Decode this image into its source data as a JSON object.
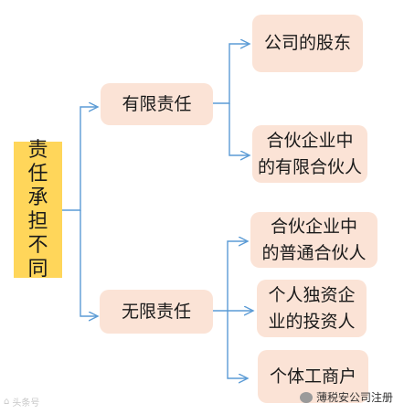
{
  "root": {
    "label": "责任承担不同"
  },
  "branches": [
    {
      "label": "有限责任",
      "children": [
        {
          "label": "公司的股东"
        },
        {
          "label": "合伙企业中\n的有限合伙人"
        }
      ]
    },
    {
      "label": "无限责任",
      "children": [
        {
          "label": "合伙企业中\n的普通合伙人"
        },
        {
          "label": "个人独资企\n业的投资人"
        },
        {
          "label": "个体工商户"
        }
      ]
    }
  ],
  "colors": {
    "box_fill": "#fbe3d6",
    "root_fill": "#ffd65a",
    "connector": "#5b9bd5"
  },
  "watermark_left": "头条号",
  "watermark_right": "薄税安公司注册"
}
